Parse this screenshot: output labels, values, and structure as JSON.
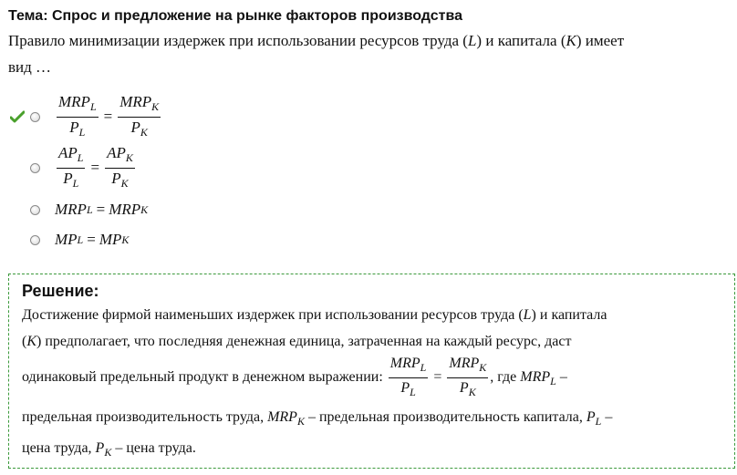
{
  "topic": "Тема: Спрос и предложение на рынке факторов производства",
  "question": {
    "part1": "Правило минимизации издержек при использовании ресурсов труда",
    "var_L": "L",
    "part2": "и капитала",
    "var_K": "K",
    "part3": "имеет",
    "part4": "вид …"
  },
  "options": [
    {
      "num1": "MRP",
      "num1_sub": "L",
      "den1": "P",
      "den1_sub": "L",
      "eq": "=",
      "num2": "MRP",
      "num2_sub": "K",
      "den2": "P",
      "den2_sub": "K",
      "correct": true
    },
    {
      "num1": "AP",
      "num1_sub": "L",
      "den1": "P",
      "den1_sub": "L",
      "eq": "=",
      "num2": "AP",
      "num2_sub": "K",
      "den2": "P",
      "den2_sub": "K",
      "correct": false
    },
    {
      "left": "MRP",
      "left_sub": "L",
      "eq": "=",
      "right": "MRP",
      "right_sub": "K",
      "correct": false
    },
    {
      "left": "MP",
      "left_sub": "L",
      "eq": "=",
      "right": "MP",
      "right_sub": "K",
      "correct": false
    }
  ],
  "solution": {
    "title": "Решение:",
    "t1": "Достижение фирмой наименьших издержек при использовании ресурсов труда",
    "var_L": "L",
    "t2": "и капитала",
    "var_K": "K",
    "t3": "предполагает, что последняя денежная единица, затраченная на каждый ресурс, даст",
    "t4": "одинаковый предельный продукт в денежном выражении:",
    "f_num1": "MRP",
    "f_num1_sub": "L",
    "f_den1": "P",
    "f_den1_sub": "L",
    "f_eq": "=",
    "f_num2": "MRP",
    "f_num2_sub": "K",
    "f_den2": "P",
    "f_den2_sub": "K",
    "t5": ", где",
    "v_mrpl": "MRP",
    "v_mrpl_sub": "L",
    "t6": "–",
    "t7": "предельная производительность труда,",
    "v_mrpk": "MRP",
    "v_mrpk_sub": "K",
    "t8": "– предельная производительность капитала,",
    "v_pl": "P",
    "v_pl_sub": "L",
    "t9": "–",
    "t10": "цена труда,",
    "v_pk": "P",
    "v_pk_sub": "K",
    "t11": "– цена труда."
  },
  "colors": {
    "check": "#4aa02c",
    "solution_border": "#3c9a3c"
  }
}
